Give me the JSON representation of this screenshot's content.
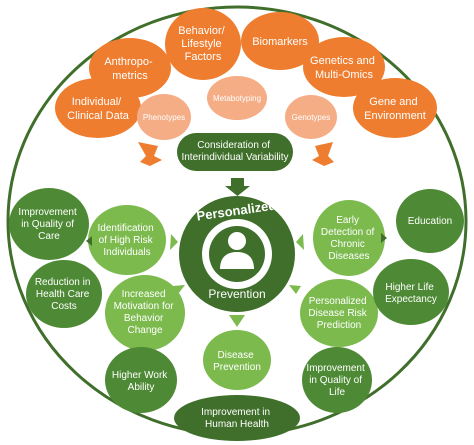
{
  "orange_inputs": [
    {
      "id": "individual",
      "lines": [
        "Individual/",
        "Clinical Data"
      ]
    },
    {
      "id": "anthropometrics",
      "lines": [
        "Anthropo-",
        "metrics"
      ]
    },
    {
      "id": "behavior",
      "lines": [
        "Behavior/",
        "Lifestyle",
        "Factors"
      ]
    },
    {
      "id": "biomarkers",
      "lines": [
        "Biomarkers"
      ]
    },
    {
      "id": "genetics",
      "lines": [
        "Genetics and",
        "Multi-Omics"
      ]
    },
    {
      "id": "gene-environment",
      "lines": [
        "Gene and",
        "Environment"
      ]
    }
  ],
  "omics_types": [
    {
      "id": "phenotypes",
      "lines": [
        "Phenotypes"
      ]
    },
    {
      "id": "metabotyping",
      "lines": [
        "Metabotyping"
      ]
    },
    {
      "id": "genotypes",
      "lines": [
        "Genotypes"
      ]
    }
  ],
  "consideration": {
    "lines": [
      "Consideration of",
      "Interindividual Variability"
    ]
  },
  "center": {
    "title": "Personalized",
    "subtitle": "Prevention",
    "icon": "person-icon"
  },
  "inner_outcomes": [
    {
      "id": "identification",
      "lines": [
        "Identification",
        "of High Risk",
        "Individuals"
      ]
    },
    {
      "id": "motivation",
      "lines": [
        "Increased",
        "Motivation for",
        "Behavior",
        "Change"
      ]
    },
    {
      "id": "disease-prevention",
      "lines": [
        "Disease",
        "Prevention"
      ]
    },
    {
      "id": "early-detection",
      "lines": [
        "Early",
        "Detection of",
        "Chronic",
        "Diseases"
      ]
    },
    {
      "id": "risk-prediction",
      "lines": [
        "Personalized",
        "Disease Risk",
        "Prediction"
      ]
    }
  ],
  "outer_outcomes": [
    {
      "id": "quality-of-care",
      "lines": [
        "Improvement",
        "in Quality of",
        "Care"
      ]
    },
    {
      "id": "health-care-costs",
      "lines": [
        "Reduction in",
        "Health Care",
        "Costs"
      ]
    },
    {
      "id": "work-ability",
      "lines": [
        "Higher Work",
        "Ability"
      ]
    },
    {
      "id": "education",
      "lines": [
        "Education"
      ]
    },
    {
      "id": "life-expectancy",
      "lines": [
        "Higher Life",
        "Expectancy"
      ]
    },
    {
      "id": "quality-of-life",
      "lines": [
        "Improvement",
        "in Quality of",
        "Life"
      ]
    }
  ],
  "bottom": {
    "lines": [
      "Improvement in",
      "Human Health"
    ]
  },
  "colors": {
    "orange": "#ef7d2f",
    "light_orange": "#f5ad86",
    "dark_green": "#3f6f2a",
    "mid_green": "#4e8a35",
    "light_green": "#7cba4e",
    "outline_green": "#2f5a1f",
    "white": "#ffffff"
  }
}
